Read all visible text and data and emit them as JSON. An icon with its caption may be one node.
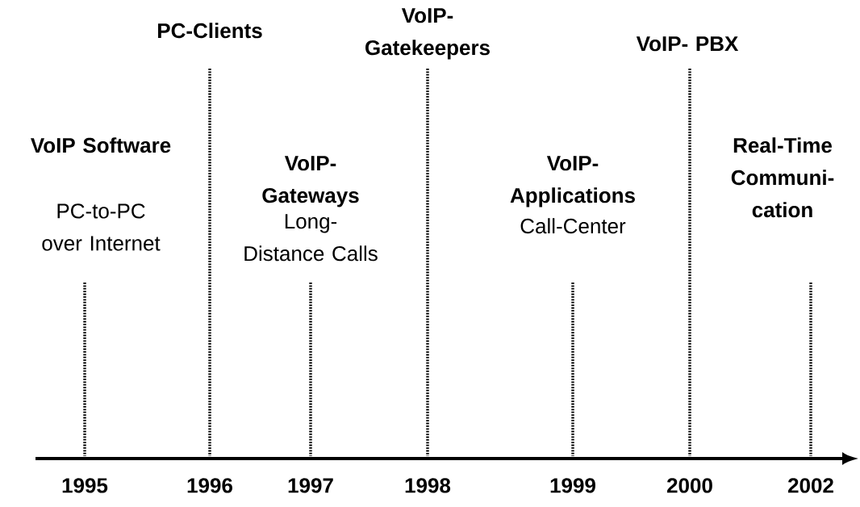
{
  "diagram": {
    "labels": [
      "VoIP Software",
      "PC-to-PC over Internet",
      "PC-Clients",
      "VoIP- Gateways",
      "Long-Distance Calls",
      "VoIP- Gatekeepers",
      "VoIP- Applications",
      "Call-Center",
      "VoIP- PBX",
      "Real-Time Communi-cation",
      "1995",
      "1996",
      "1997",
      "1998",
      "1999",
      "2000",
      "2002"
    ]
  }
}
